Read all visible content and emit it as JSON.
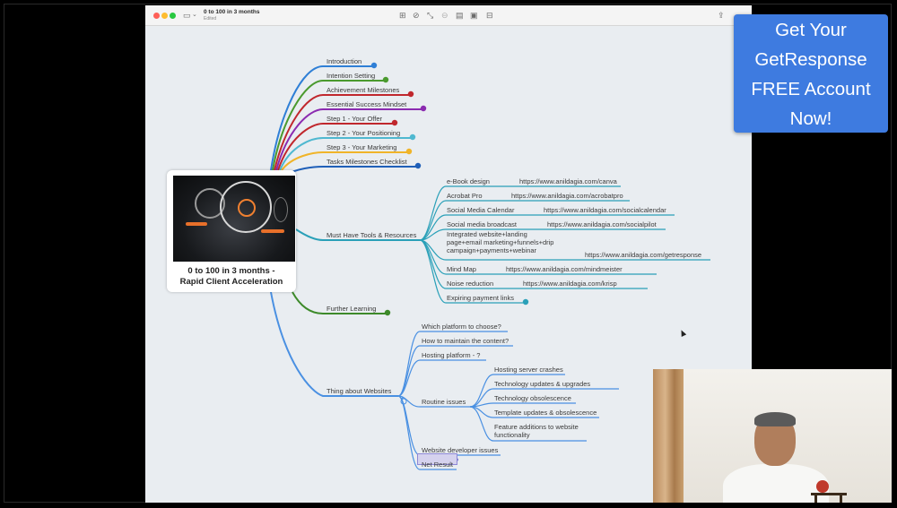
{
  "window": {
    "doc_title": "0 to 100 in 3 months",
    "doc_subtitle": "Edited"
  },
  "central": {
    "title_line1": "0 to 100 in 3 months -",
    "title_line2": "Rapid Client Acceleration"
  },
  "branches": [
    {
      "label": "Introduction",
      "color": "#2f7fd6"
    },
    {
      "label": "Intention Setting",
      "color": "#4a9a2e"
    },
    {
      "label": "Achievement Milestones",
      "color": "#c0272d"
    },
    {
      "label": "Essential Success Mindset",
      "color": "#8b2bb0"
    },
    {
      "label": "Step 1 - Your Offer",
      "color": "#c0272d"
    },
    {
      "label": "Step 2 - Your Positioning",
      "color": "#4fb8d0"
    },
    {
      "label": "Step 3 - Your Marketing",
      "color": "#f0b429"
    },
    {
      "label": "Tasks Milestones Checklist",
      "color": "#1f5fb8"
    },
    {
      "label": "Must Have Tools & Resources",
      "color": "#2aa0b8"
    },
    {
      "label": "Further Learning",
      "color": "#3d8a2a"
    },
    {
      "label": "Thing about Websites",
      "color": "#4a90e2"
    }
  ],
  "tools": [
    {
      "label": "e-Book design",
      "url": "https://www.anildagia.com/canva"
    },
    {
      "label": "Acrobat Pro",
      "url": "https://www.anildagia.com/acrobatpro"
    },
    {
      "label": "Social Media Calendar",
      "url": "https://www.anildagia.com/socialcalendar"
    },
    {
      "label": "Social media broadcast",
      "url": "https://www.anildagia.com/socialpilot"
    },
    {
      "label": "Integrated website+landing page+email marketing+funnels+drip campaign+payments+webinar",
      "url": "https://www.anildagia.com/getresponse"
    },
    {
      "label": "Mind Map",
      "url": "https://www.anildagia.com/mindmeister"
    },
    {
      "label": "Noise reduction",
      "url": "https://www.anildagia.com/krisp"
    },
    {
      "label": "Expiring payment links",
      "url": ""
    }
  ],
  "websites": [
    {
      "label": "Which platform to choose?"
    },
    {
      "label": "How to maintain the content?"
    },
    {
      "label": "Hosting platform - ?"
    },
    {
      "label": "Routine issues"
    },
    {
      "label": "Website developer issues"
    },
    {
      "label": "Net Result"
    }
  ],
  "routine_issues": [
    {
      "label": "Hosting server crashes"
    },
    {
      "label": "Technology updates & upgrades"
    },
    {
      "label": "Technology obsolescence"
    },
    {
      "label": "Template updates & obsolescence"
    },
    {
      "label": "Feature additions to website functionality"
    }
  ],
  "promo": {
    "line1": "Get Your",
    "line2": "GetResponse",
    "line3": "FREE Account",
    "line4": "Now!"
  },
  "icons": [
    "sidebar-icon",
    "chevron-down-icon",
    "zoom-icon",
    "check-icon",
    "connect-icon",
    "undo-icon",
    "document-icon",
    "image-icon",
    "layout-icon",
    "share-icon",
    "plus-icon"
  ]
}
